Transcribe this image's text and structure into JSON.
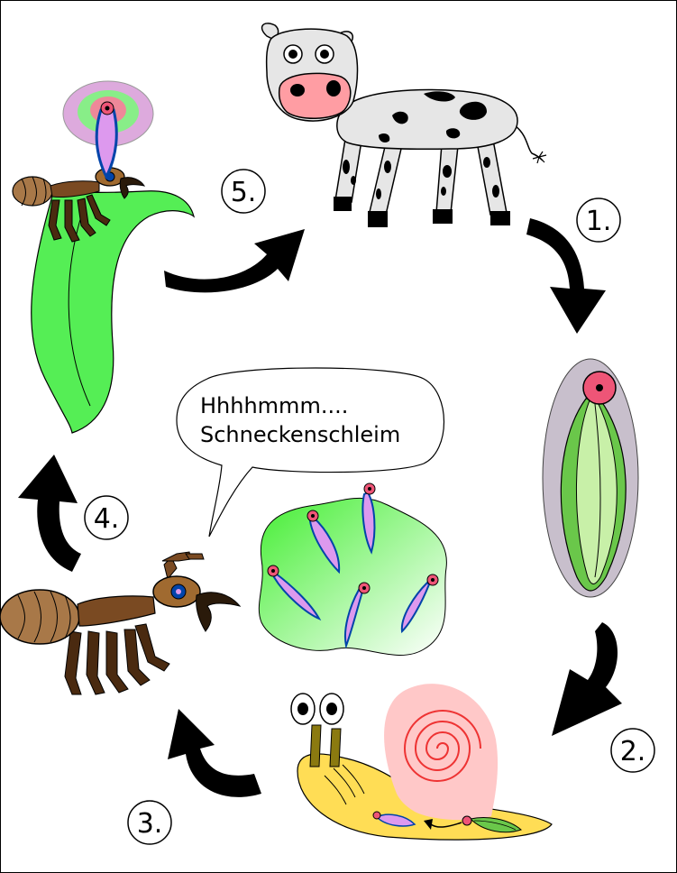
{
  "diagram": {
    "steps": [
      "1.",
      "2.",
      "3.",
      "4.",
      "5."
    ],
    "speech_bubble": {
      "line1": "Hhhhmmm....",
      "line2": "Schneckenschleim"
    }
  }
}
